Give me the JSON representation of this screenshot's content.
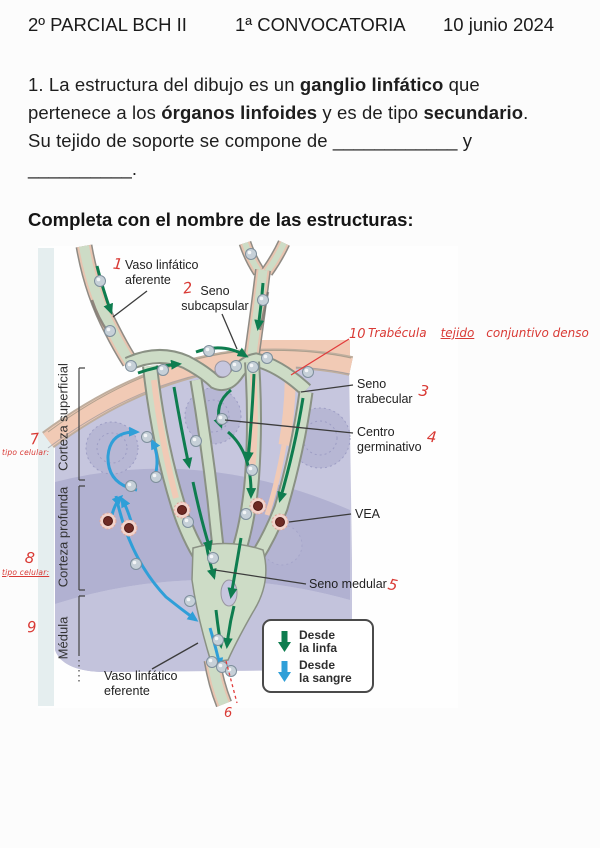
{
  "header": {
    "course": "2º PARCIAL BCH II",
    "session": "1ª CONVOCATORIA",
    "date": "10 junio 2024"
  },
  "question": {
    "l1": [
      "1. La estructura del dibujo es un ",
      "ganglio linfático",
      " que"
    ],
    "l2": [
      "pertenece a los ",
      "órganos linfoides",
      " y es de tipo ",
      "secundario",
      "."
    ],
    "l3": [
      "Su tejido de soporte se compone de ",
      "____________",
      " y"
    ],
    "l4": [
      "__________",
      "."
    ]
  },
  "instruction": "Completa con el nombre de las estructuras:",
  "figure": {
    "labels": {
      "afferent_1": "Vaso linfático",
      "afferent_2": "aferente",
      "subcapsular_1": "Seno",
      "subcapsular_2": "subcapsular",
      "trabecular_1": "Seno",
      "trabecular_2": "trabecular",
      "germinal_1": "Centro",
      "germinal_2": "germinativo",
      "vea": "VEA",
      "medullary": "Seno medular",
      "efferent_1": "Vaso linfático",
      "efferent_2": "eferente"
    },
    "region_labels": [
      "Corteza superficial",
      "Corteza profunda",
      "Médula"
    ],
    "legend": {
      "items": [
        {
          "icon": "down-arrow-green",
          "line1": "Desde",
          "line2": "la linfa",
          "color": "#0e7d4f"
        },
        {
          "icon": "down-arrow-blue",
          "line1": "Desde",
          "line2": "la sangre",
          "color": "#2f9fd8"
        }
      ]
    },
    "colors": {
      "capsule_salmon": "#f1cab5",
      "cortex_lavender": "#c6c6de",
      "deep_cortex_lavender": "#b1b1d1",
      "sinus_green": "#cddcc6",
      "lymph_arrow_green": "#0e7d4f",
      "blood_arrow_blue": "#2f9fd8",
      "vea_cell_maroon": "#6e2a24",
      "ink_red": "#d93a35"
    }
  },
  "annotations": {
    "numbers": [
      {
        "n": "1"
      },
      {
        "n": "2"
      },
      {
        "n": "3"
      },
      {
        "n": "4"
      },
      {
        "n": "5"
      },
      {
        "n": "6"
      },
      {
        "n": "7"
      },
      {
        "n": "8"
      },
      {
        "n": "9"
      },
      {
        "n": "10"
      }
    ],
    "trabecula_note": {
      "part1": "Trabécula",
      "part2": "tejido",
      "part3": "conjuntivo denso"
    },
    "tipo_celular_upper": "tipo celular:",
    "tipo_celular_lower": "tipo celular:"
  }
}
